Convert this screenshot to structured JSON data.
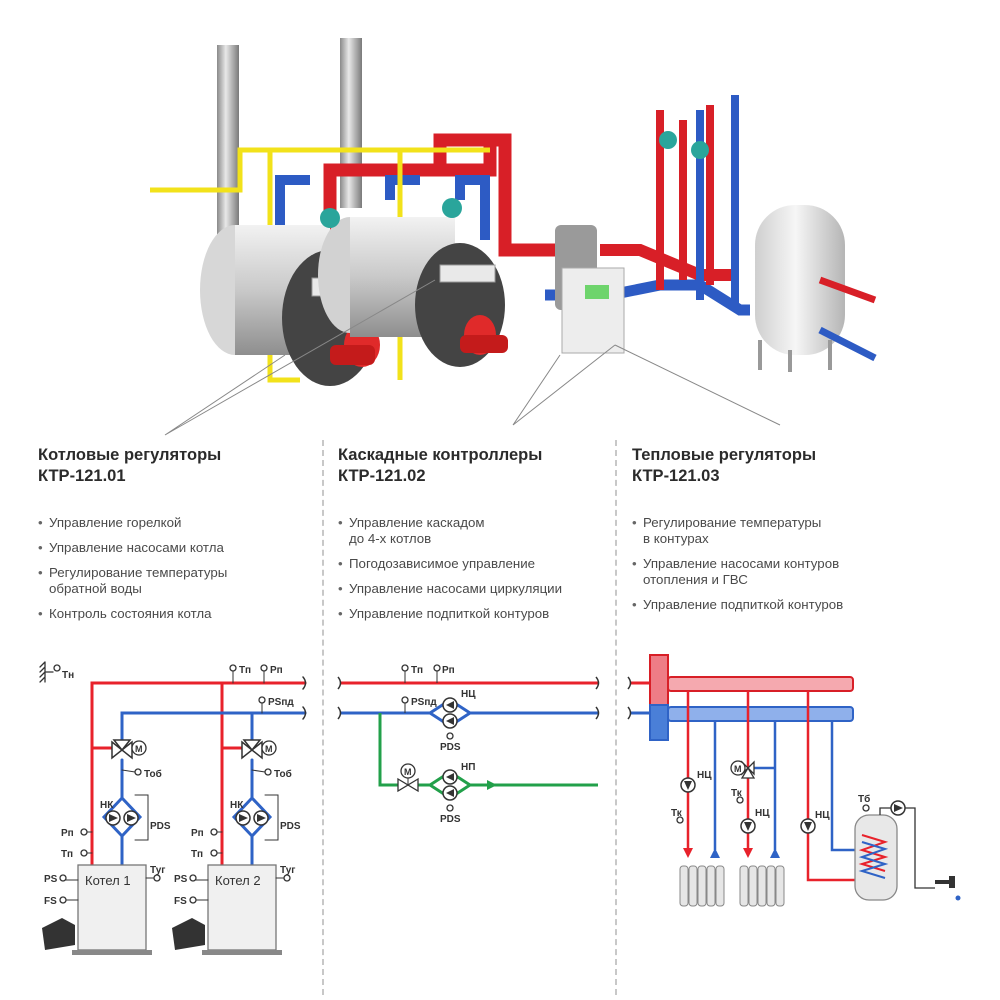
{
  "columns": [
    {
      "title_line1": "Котловые регуляторы",
      "title_line2": "КТР-121.01",
      "bullets": [
        "Управление горелкой",
        "Управление насосами котла",
        "Регулирование температуры\n обратной воды",
        "Контроль состояния котла"
      ]
    },
    {
      "title_line1": "Каскадные контроллеры",
      "title_line2": "КТР-121.02",
      "bullets": [
        "Управление каскадом\n до 4-х котлов",
        "Погодозависимое управление",
        "Управление насосами циркуляции",
        "Управление подпиткой контуров"
      ]
    },
    {
      "title_line1": "Тепловые регуляторы",
      "title_line2": "КТР-121.03",
      "bullets": [
        "Регулирование температуры\n в контурах",
        "Управление насосами контуров\n отопления и ГВС",
        "Управление подпиткой контуров"
      ]
    }
  ],
  "schema1": {
    "tn": "Тн",
    "tp": "Тп",
    "pp": "Рп",
    "pspd": "PSпд",
    "tob": "Тоб",
    "nk": "НК",
    "pds": "PDS",
    "pp_side": "Рп",
    "tp_side": "Тп",
    "tug": "Туг",
    "ps": "PS",
    "fs": "FS",
    "motor": "M",
    "boiler1": "Котел 1",
    "boiler2": "Котел 2"
  },
  "schema2": {
    "tp": "Тп",
    "pp": "Рп",
    "pspd": "PSпд",
    "nc": "НЦ",
    "np": "НП",
    "pds": "PDS",
    "motor": "M"
  },
  "schema3": {
    "nc": "НЦ",
    "tk": "Тк",
    "tb": "Тб",
    "motor": "M"
  },
  "colors": {
    "supply": "#e8222b",
    "return": "#2f63c6",
    "makeup": "#22a04a",
    "line": "#333333"
  }
}
